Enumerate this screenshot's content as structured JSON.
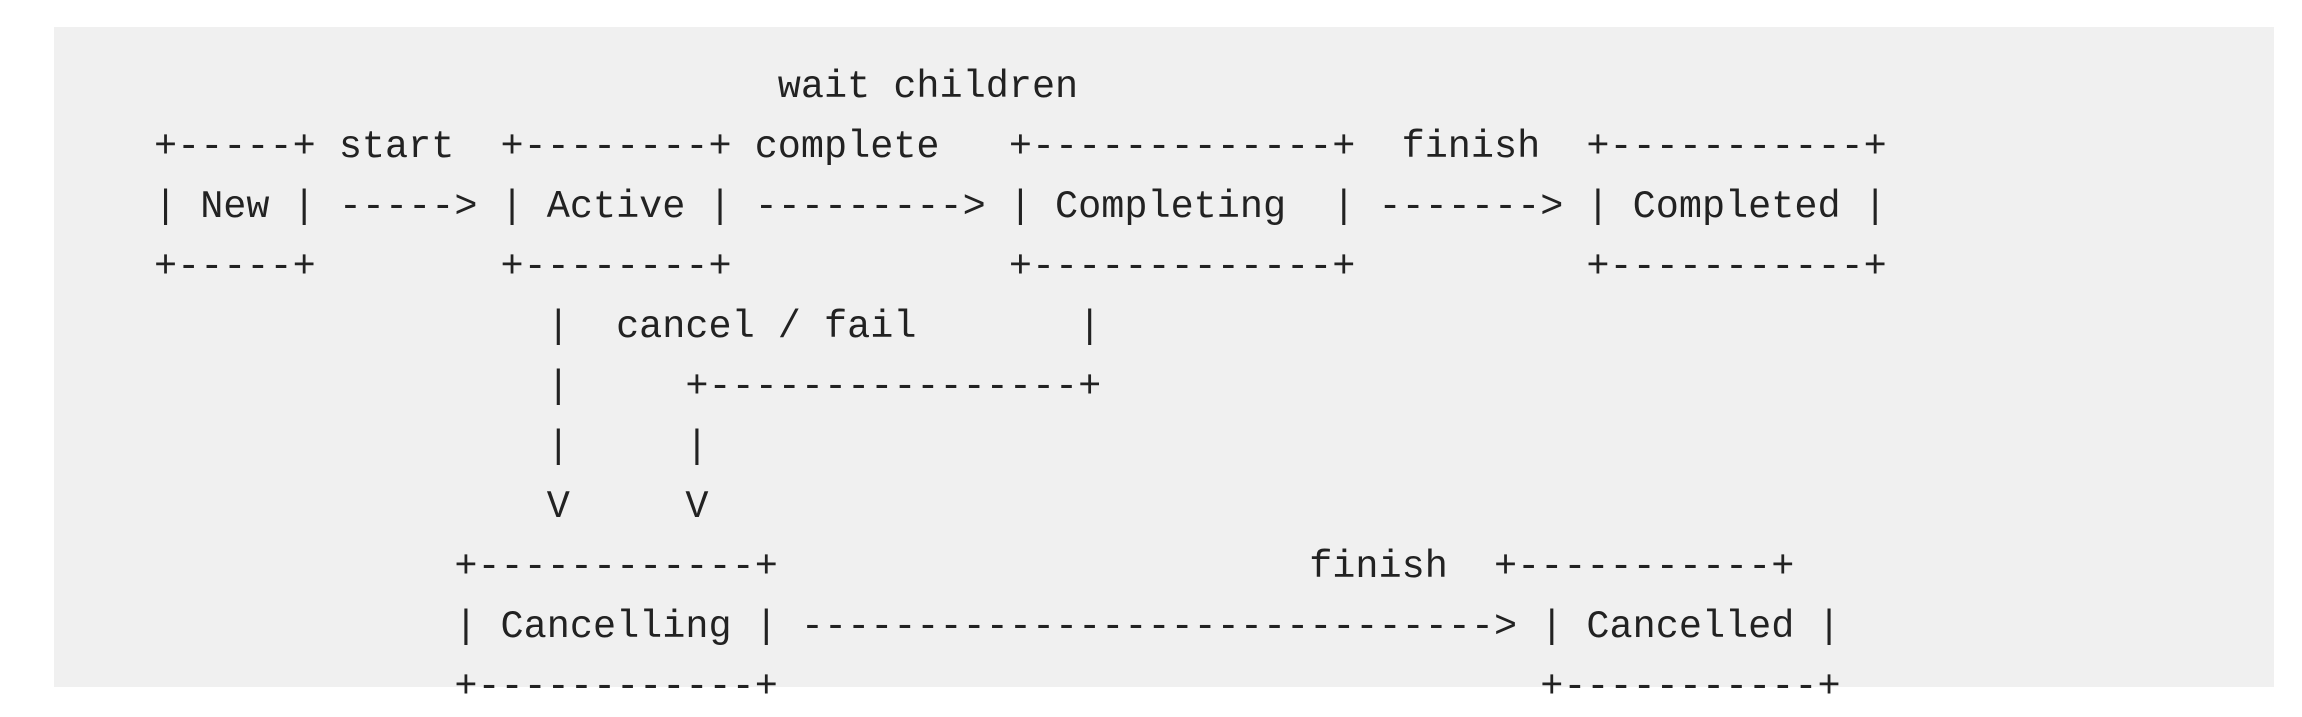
{
  "diagram": {
    "lines": [
      "                           wait children",
      "+-----+ start  +--------+ complete   +-------------+  finish  +-----------+",
      "| New | -----> | Active | ---------> | Completing  | -------> | Completed |",
      "+-----+        +--------+            +-------------+          +-----------+",
      "                 |  cancel / fail       |",
      "                 |     +----------------+",
      "                 |     |",
      "                 V     V",
      "             +------------+                       finish  +-----------+",
      "             | Cancelling | ------------------------------> | Cancelled |",
      "             +------------+                                 +-----------+"
    ]
  }
}
